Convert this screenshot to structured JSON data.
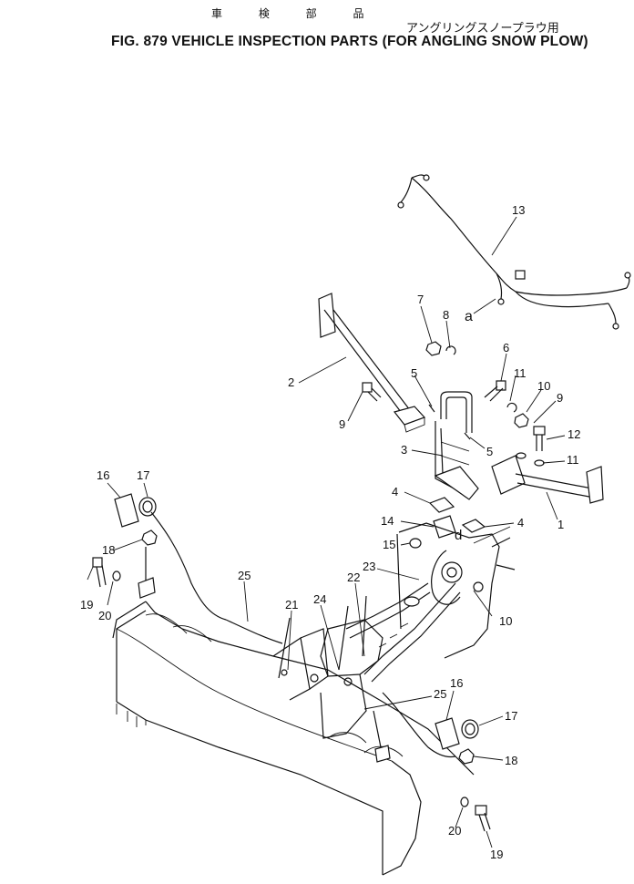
{
  "header": {
    "jp_title": "車 検 部 品",
    "jp_subtitle": "アングリングスノープラウ用",
    "en_title": "FIG. 879  VEHICLE INSPECTION PARTS (FOR ANGLING SNOW PLOW)"
  },
  "callouts": {
    "c1": "1",
    "c2": "2",
    "c3": "3",
    "c4a": "4",
    "c4b": "4",
    "c5a": "5",
    "c5b": "5",
    "c6": "6",
    "c7": "7",
    "c8": "8",
    "c9a": "9",
    "c9b": "9",
    "c10a": "10",
    "c10b": "10",
    "c11a": "11",
    "c11b": "11",
    "c12": "12",
    "c13": "13",
    "c14": "14",
    "c15": "15",
    "c16a": "16",
    "c16b": "16",
    "c17a": "17",
    "c17b": "17",
    "c18a": "18",
    "c18b": "18",
    "c19a": "19",
    "c19b": "19",
    "c20a": "20",
    "c20b": "20",
    "c21": "21",
    "c22": "22",
    "c23": "23",
    "c24": "24",
    "c25a": "25",
    "c25b": "25",
    "ca": "a",
    "cd": "d"
  }
}
